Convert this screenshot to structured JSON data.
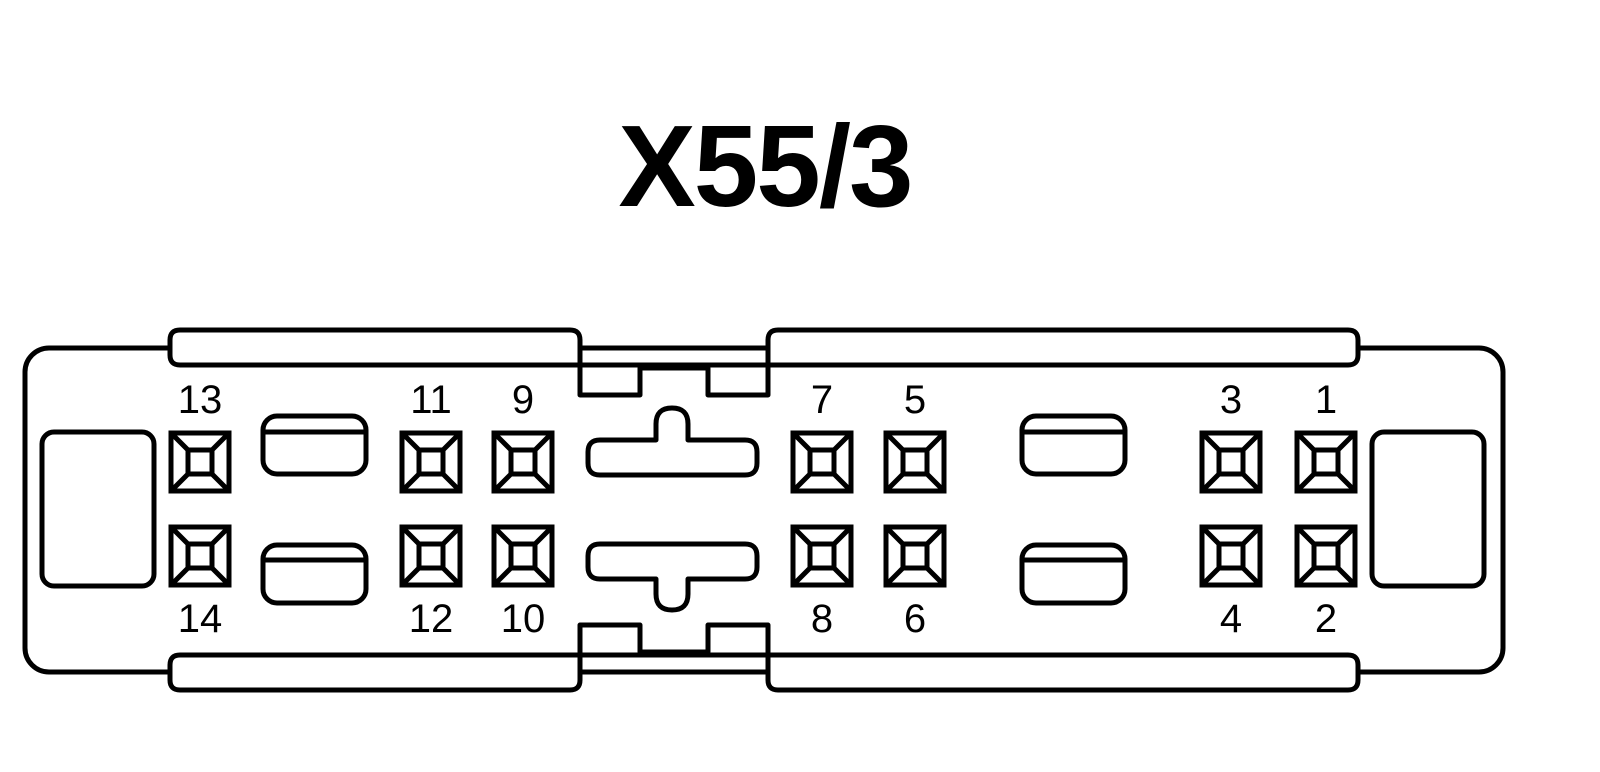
{
  "title": "X55/3",
  "pins": [
    {
      "num": "1"
    },
    {
      "num": "2"
    },
    {
      "num": "3"
    },
    {
      "num": "4"
    },
    {
      "num": "5"
    },
    {
      "num": "6"
    },
    {
      "num": "7"
    },
    {
      "num": "8"
    },
    {
      "num": "9"
    },
    {
      "num": "10"
    },
    {
      "num": "11"
    },
    {
      "num": "12"
    },
    {
      "num": "13"
    },
    {
      "num": "14"
    }
  ]
}
